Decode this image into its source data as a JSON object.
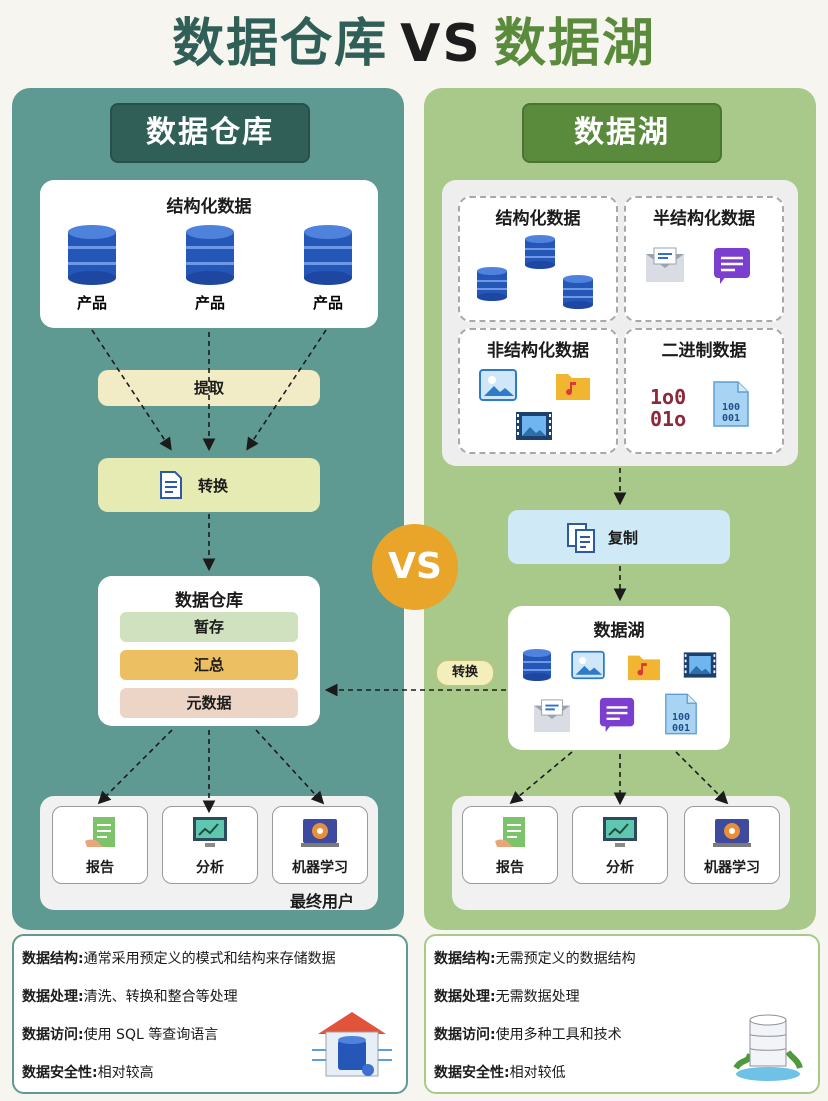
{
  "title": {
    "left": "数据仓库",
    "vs": "VS",
    "right": "数据湖"
  },
  "vs_badge": "VS",
  "left": {
    "header": "数据仓库",
    "source": {
      "title": "结构化数据",
      "items": [
        "产品",
        "产品",
        "产品"
      ]
    },
    "extract": "提取",
    "transform": "转换",
    "warehouse": {
      "title": "数据仓库",
      "layers": [
        "暂存",
        "汇总",
        "元数据"
      ]
    },
    "outputs": [
      "报告",
      "分析",
      "机器学习"
    ],
    "end_users": "最终用户"
  },
  "right": {
    "header": "数据湖",
    "sources": {
      "structured": "结构化数据",
      "semi": "半结构化数据",
      "unstructured": "非结构化数据",
      "binary": "二进制数据",
      "binary_text": [
        "1o0",
        "01o"
      ],
      "file_text": [
        "100",
        "001"
      ]
    },
    "copy": "复制",
    "lake": {
      "title": "数据湖"
    },
    "transform_pill": "转换",
    "outputs": [
      "报告",
      "分析",
      "机器学习"
    ]
  },
  "info_left": [
    {
      "k": "数据结构",
      "v": "通常采用预定义的模式和结构来存储数据"
    },
    {
      "k": "数据处理",
      "v": "清洗、转换和整合等处理"
    },
    {
      "k": "数据访问",
      "v": "使用 SQL 等查询语言"
    },
    {
      "k": "数据安全性",
      "v": "相对较高"
    }
  ],
  "info_right": [
    {
      "k": "数据结构",
      "v": "无需预定义的数据结构"
    },
    {
      "k": "数据处理",
      "v": "无需数据处理"
    },
    {
      "k": "数据访问",
      "v": "使用多种工具和技术"
    },
    {
      "k": "数据安全性",
      "v": "相对较低"
    }
  ],
  "colors": {
    "warehouse_panel": "#5f9a92",
    "lake_panel": "#a9c98a",
    "warehouse_dark": "#2f5f57",
    "lake_dark": "#5a8a3c",
    "vs_badge": "#e9a42a",
    "database_blue": "#2457b8"
  }
}
